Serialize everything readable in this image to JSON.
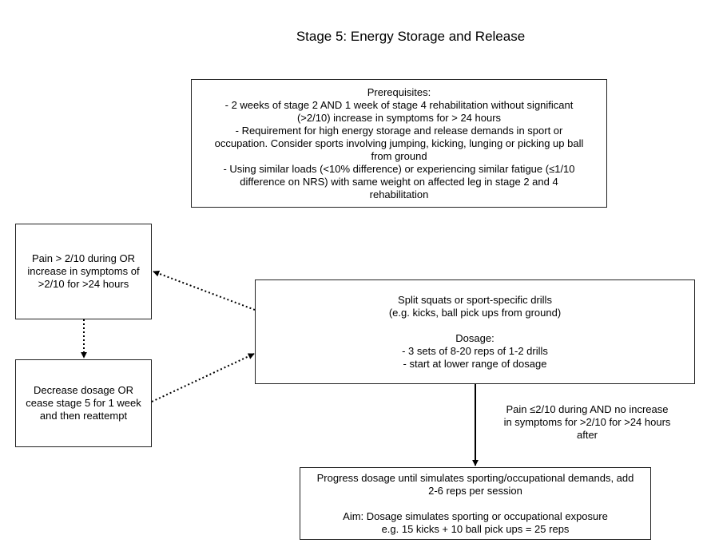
{
  "title": "Stage 5: Energy Storage and Release",
  "nodes": {
    "prerequisites": {
      "lines": [
        "Prerequisites:",
        "- 2 weeks of stage 2 AND 1 week of stage 4 rehabilitation without significant",
        "(>2/10) increase in symptoms for > 24 hours",
        "- Requirement for high energy storage and release demands in sport or",
        "occupation. Consider sports involving jumping, kicking, lunging or picking up ball",
        "from ground",
        "- Using similar loads (<10% difference) or experiencing similar fatigue  (≤1/10",
        "difference on NRS) with same weight on affected leg in stage 2 and 4",
        "rehabilitation"
      ]
    },
    "pain_criteria": {
      "lines": [
        "Pain > 2/10 during OR",
        "increase in symptoms of",
        ">2/10 for >24 hours"
      ]
    },
    "decrease_dosage": {
      "lines": [
        "Decrease dosage OR",
        "cease stage 5 for 1 week",
        "and then reattempt"
      ]
    },
    "drills": {
      "lines": [
        "Split squats or sport-specific drills",
        "(e.g. kicks, ball pick ups from ground)",
        "",
        "Dosage:",
        "- 3 sets of 8-20 reps of 1-2 drills",
        "- start at lower range of dosage"
      ]
    },
    "progress": {
      "lines": [
        "Progress dosage until simulates sporting/occupational demands, add",
        "2-6 reps per session",
        "",
        "Aim: Dosage simulates sporting or occupational exposure",
        "e.g. 15 kicks + 10 ball pick ups = 25 reps"
      ]
    }
  },
  "edges": {
    "drills_to_progress": {
      "lines": [
        "Pain ≤2/10 during AND no increase",
        "in symptoms for >2/10 for >24 hours",
        "after"
      ]
    }
  },
  "colors": {
    "stroke": "#222222",
    "background": "#ffffff"
  }
}
